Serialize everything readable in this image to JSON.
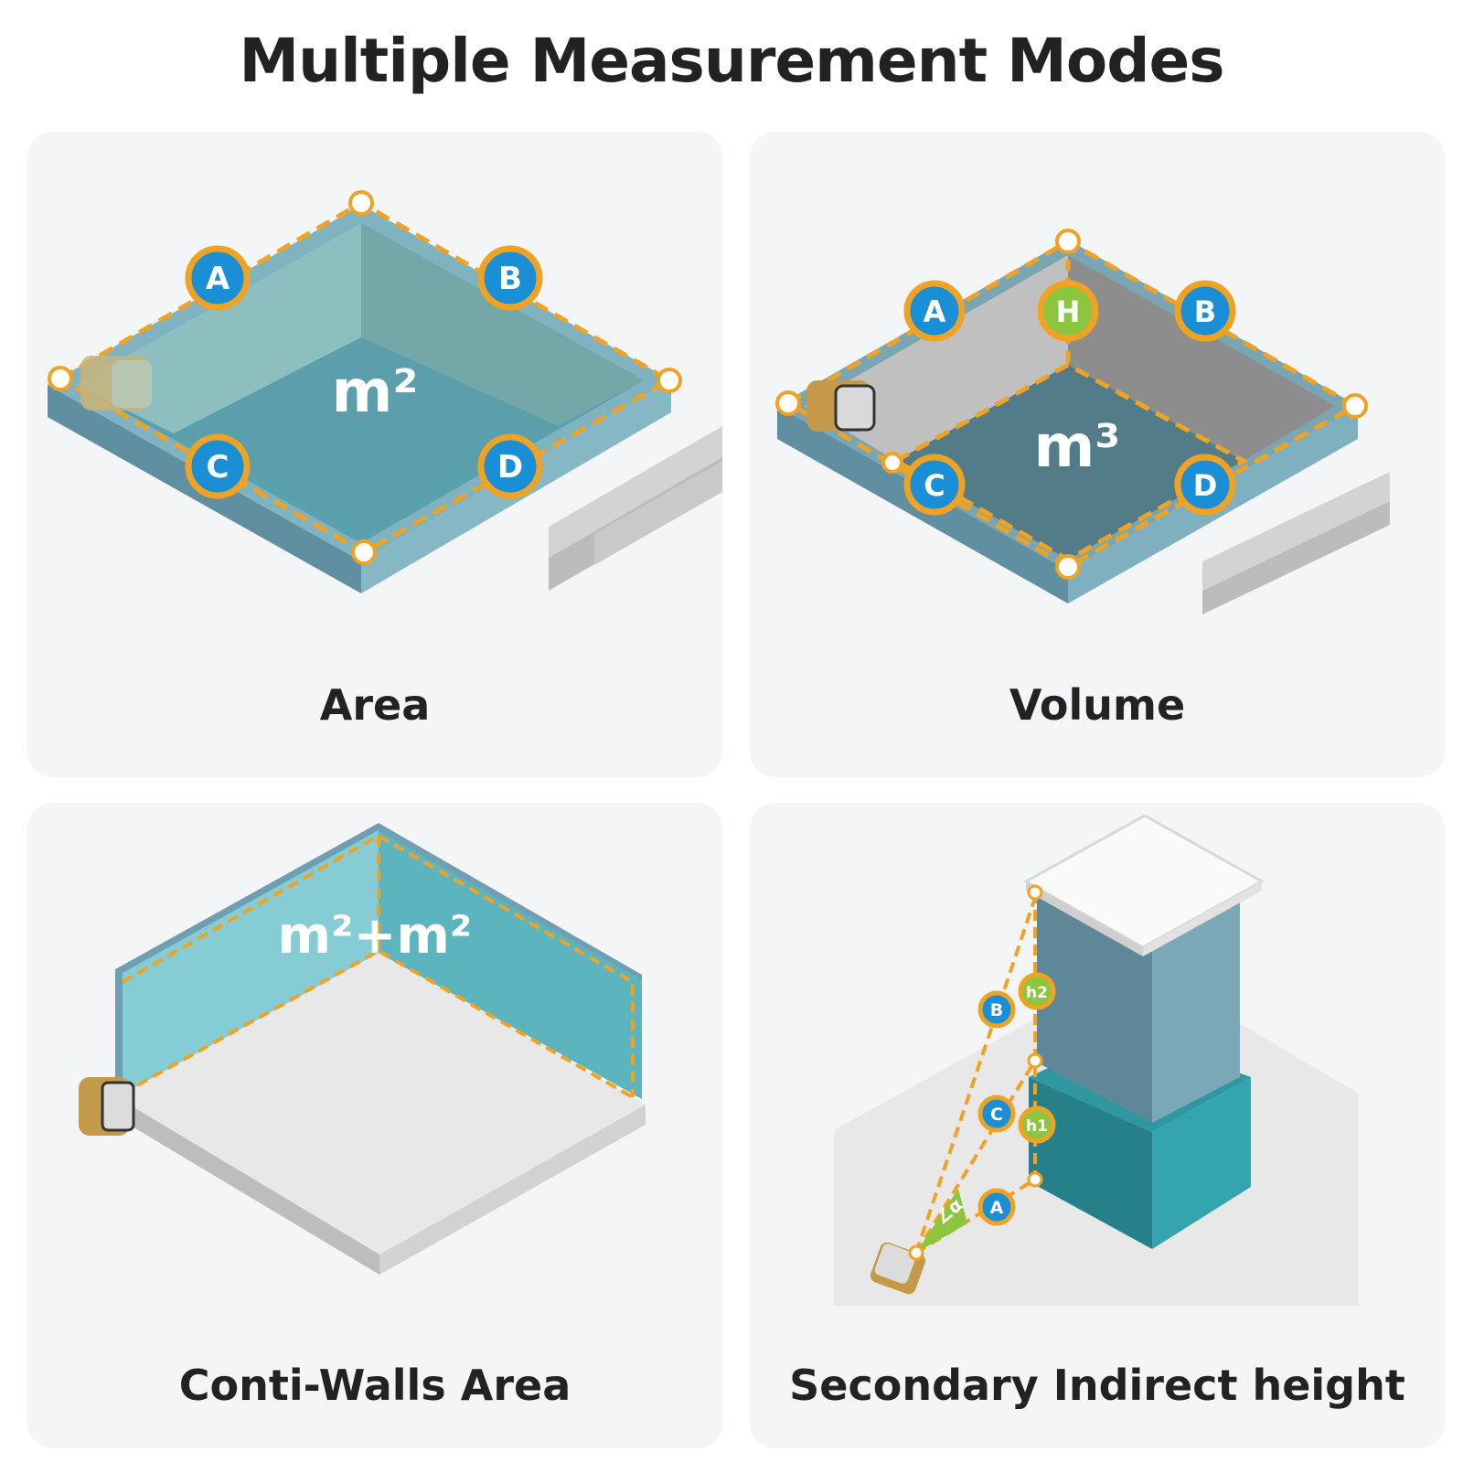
{
  "title": "Multiple Measurement Modes",
  "modes": [
    {
      "caption": "Area",
      "unit": "m²",
      "points": [
        "A",
        "B",
        "C",
        "D"
      ]
    },
    {
      "caption": "Volume",
      "unit": "m³",
      "points": [
        "A",
        "H",
        "B",
        "C",
        "D"
      ]
    },
    {
      "caption": "Conti-Walls Area",
      "unit": "m²+m²"
    },
    {
      "caption": "Secondary Indirect height",
      "points": [
        "B",
        "h2",
        "C",
        "h1",
        "A"
      ],
      "angle_label": "∠α"
    }
  ],
  "colors": {
    "accent_orange": "#f0a323",
    "marker_blue": "#1a8fd6",
    "marker_green": "#8cc63f",
    "wall_teal": "#6fb6c4",
    "card_bg": "#f4f5f7"
  }
}
